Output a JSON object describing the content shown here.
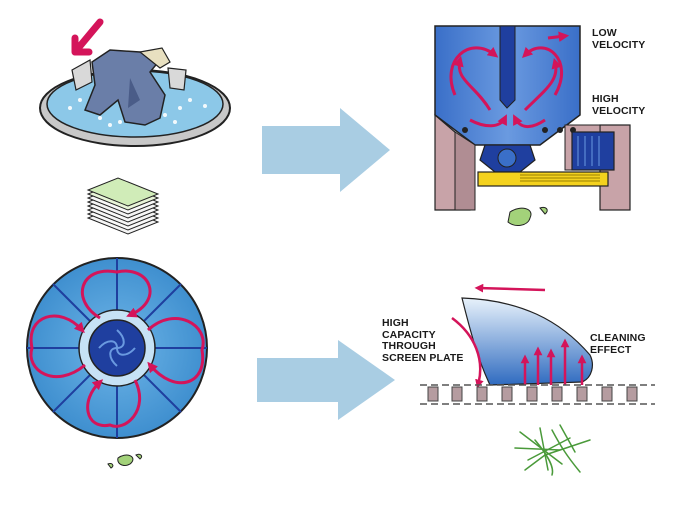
{
  "labels": {
    "low_velocity": "LOW\nVELOCITY",
    "high_velocity": "HIGH\nVELOCITY",
    "high_capacity": "HIGH\nCAPACITY\nTHROUGH\nSCREEN PLATE",
    "cleaning_effect": "CLEANING\nEFFECT"
  },
  "colors": {
    "flow_arrow": "#d4145a",
    "process_arrow": "#a9cde3",
    "tank_blue": "#4a7fd1",
    "machine_blue": "#1f3f9f",
    "screen_blue": "#5aa3d8",
    "support_pink": "#c8a3a8",
    "rail_yellow": "#f4d21e",
    "fiber_green": "#4a9a3a",
    "pulp_green": "#a3d27a"
  },
  "icons": [
    "pulper-icon",
    "paper-stack-icon",
    "rotor-screen-icon",
    "pulper-cross-section-icon",
    "screen-foil-icon",
    "fiber-bundle-icon"
  ]
}
